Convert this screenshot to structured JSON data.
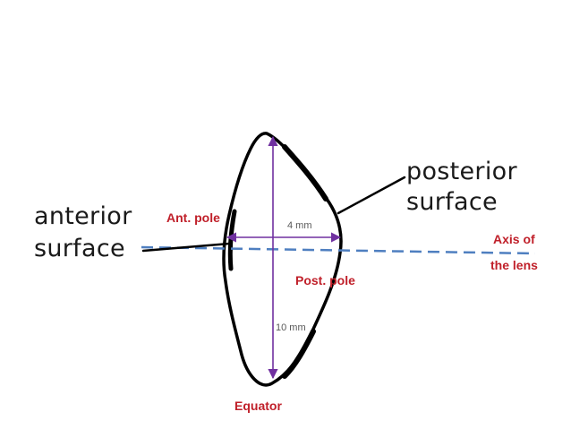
{
  "labels": {
    "anterior_surface_line1": "anterior",
    "anterior_surface_line2": "surface",
    "posterior_surface_line1": "posterior",
    "posterior_surface_line2": "surface",
    "ant_pole": "Ant. pole",
    "post_pole": "Post. pole",
    "axis_line1": "Axis of",
    "axis_line2": "the lens",
    "equator": "Equator",
    "thickness": "4 mm",
    "diameter": "10 mm"
  },
  "colors": {
    "annotation_red": "#c0202a",
    "dimension_purple": "#7030a0",
    "axis_blue": "#4f7fc0",
    "outline": "#000000",
    "dim_text": "#595959"
  }
}
